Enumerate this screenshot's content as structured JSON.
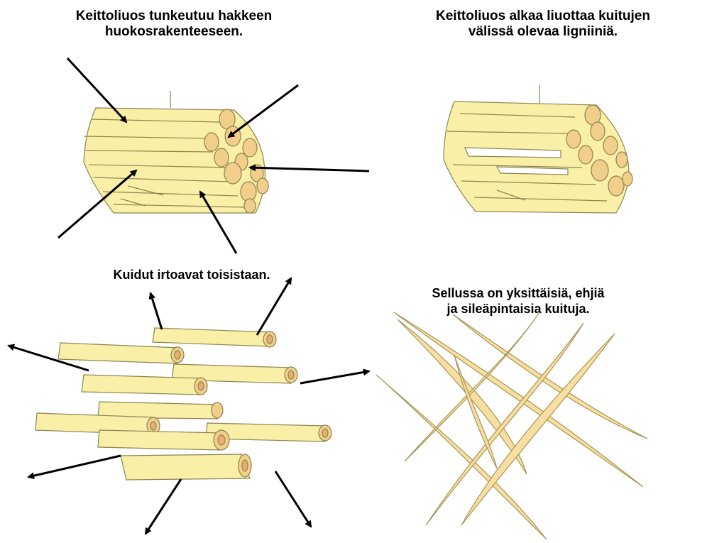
{
  "captions": {
    "step1": [
      "Keittoliuos tunkeutuu hakkeen",
      "huokosrakenteeseen."
    ],
    "step2": [
      "Keittoliuos alkaa liuottaa kuitujen",
      "välissä olevaa ligniiniä."
    ],
    "step3": [
      "Kuidut irtoavat toisistaan."
    ],
    "step4": [
      "Sellussa on yksittäisiä, ehjiä",
      "ja sileäpintaisia kuituja."
    ]
  },
  "colors": {
    "fiber_fill": "#FAEFA6",
    "fiber_stroke": "#8B8552",
    "fiber_end": "#F1CE8A",
    "lumen": "#E8B070",
    "pulp_fiber": "#F6DFA0",
    "arrow": "#000000"
  }
}
